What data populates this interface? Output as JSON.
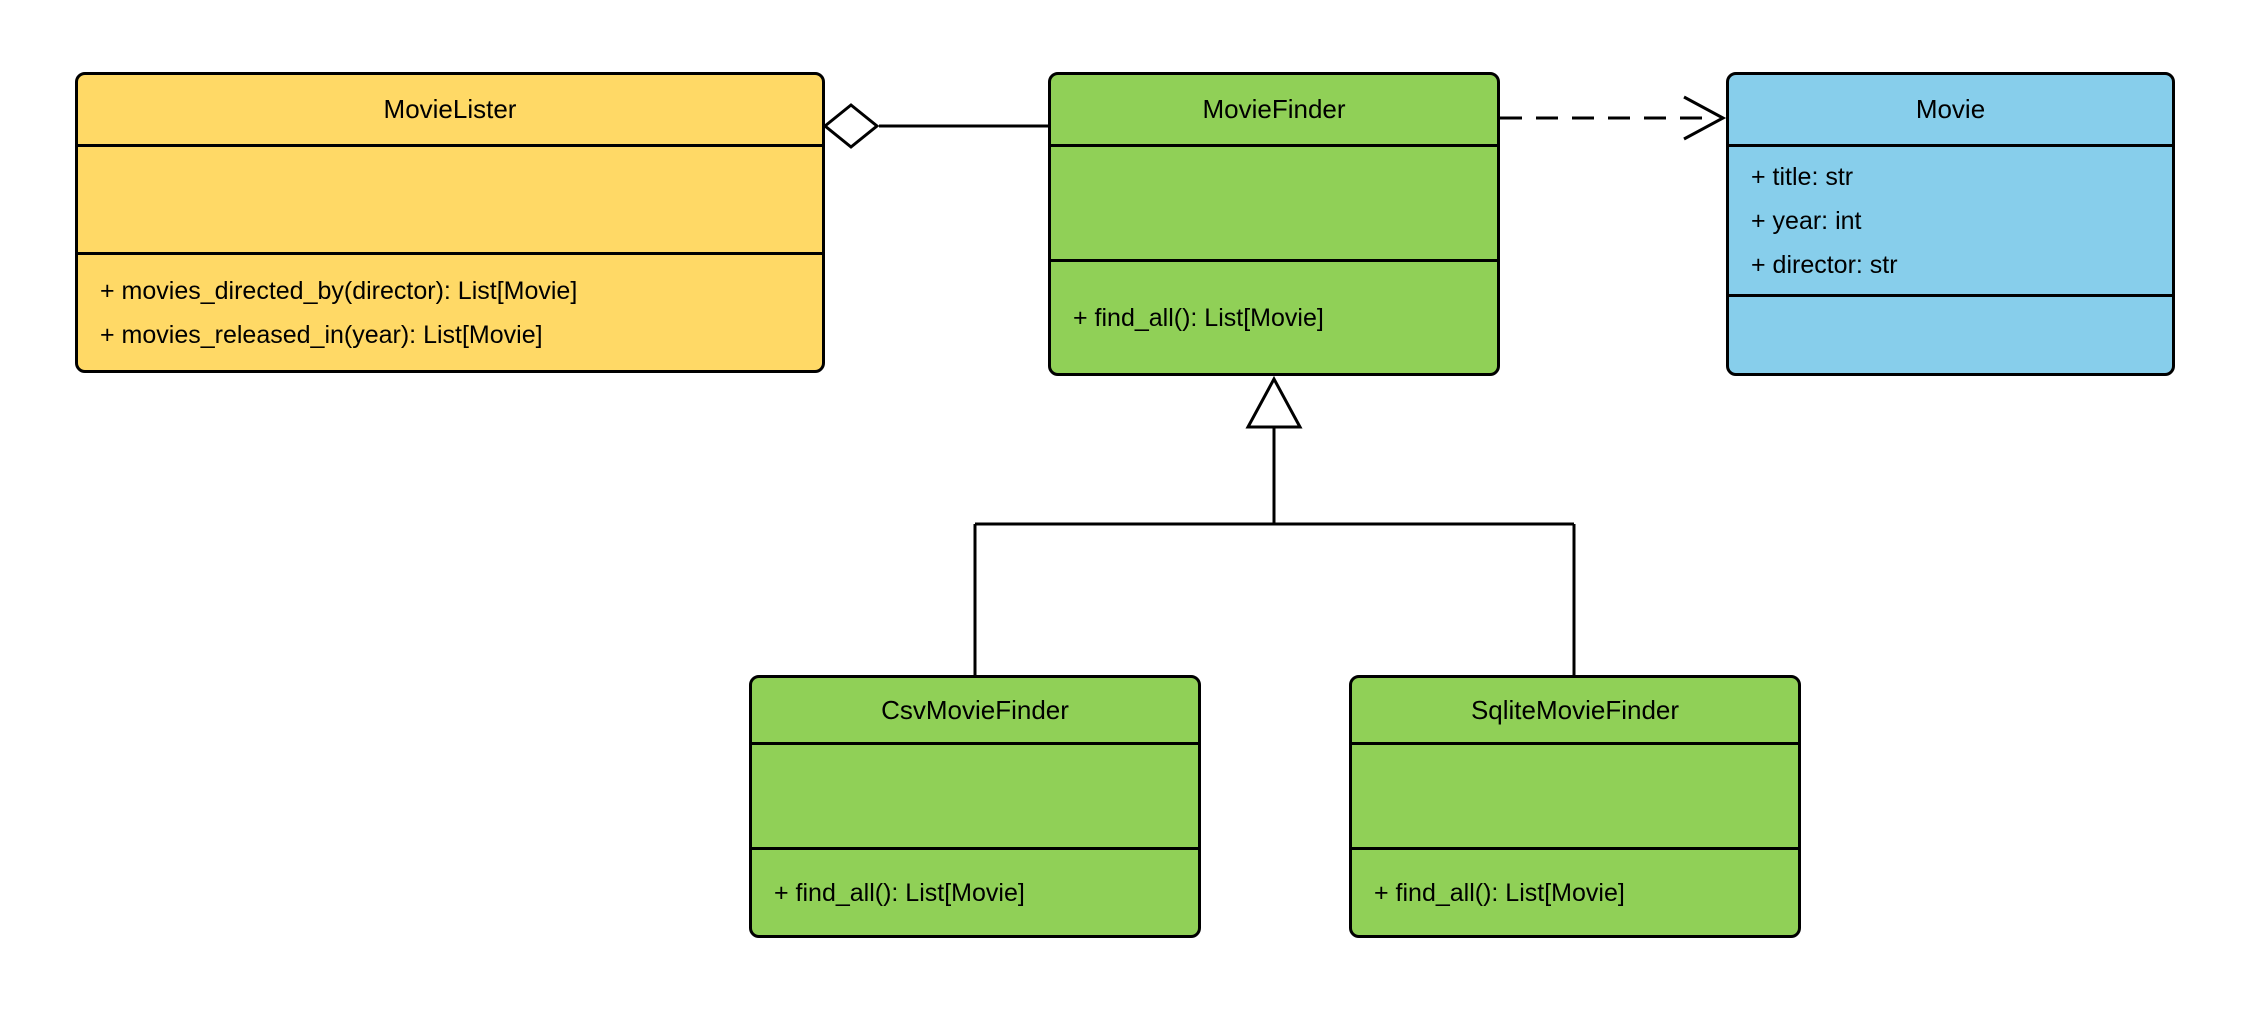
{
  "diagram": {
    "type": "uml-class-diagram",
    "colors": {
      "lister_fill": "#FFD966",
      "finder_fill": "#90D057",
      "movie_fill": "#87CEEB",
      "line_color": "#000000",
      "background": "#FFFFFF"
    },
    "classes": {
      "movie_lister": {
        "name": "MovieLister",
        "fill": "#FFD966",
        "attributes": [],
        "methods": [
          "+ movies_directed_by(director): List[Movie]",
          "+ movies_released_in(year): List[Movie]"
        ]
      },
      "movie_finder": {
        "name": "MovieFinder",
        "fill": "#90D057",
        "attributes": [],
        "methods": [
          "+ find_all(): List[Movie]"
        ]
      },
      "movie": {
        "name": "Movie",
        "fill": "#87CEEB",
        "attributes": [
          "+ title: str",
          "+ year: int",
          "+ director: str"
        ],
        "methods": []
      },
      "csv_movie_finder": {
        "name": "CsvMovieFinder",
        "fill": "#90D057",
        "attributes": [],
        "methods": [
          "+ find_all(): List[Movie]"
        ]
      },
      "sqlite_movie_finder": {
        "name": "SqliteMovieFinder",
        "fill": "#90D057",
        "attributes": [],
        "methods": [
          "+ find_all(): List[Movie]"
        ]
      }
    },
    "relationships": [
      {
        "type": "aggregation",
        "from": "MovieLister",
        "to": "MovieFinder",
        "style": "solid line, hollow diamond at MovieLister"
      },
      {
        "type": "dependency",
        "from": "MovieFinder",
        "to": "Movie",
        "style": "dashed line, open arrowhead at Movie"
      },
      {
        "type": "inheritance",
        "from": "CsvMovieFinder",
        "to": "MovieFinder",
        "style": "solid line, hollow triangle at MovieFinder"
      },
      {
        "type": "inheritance",
        "from": "SqliteMovieFinder",
        "to": "MovieFinder",
        "style": "solid line, hollow triangle at MovieFinder"
      }
    ]
  }
}
